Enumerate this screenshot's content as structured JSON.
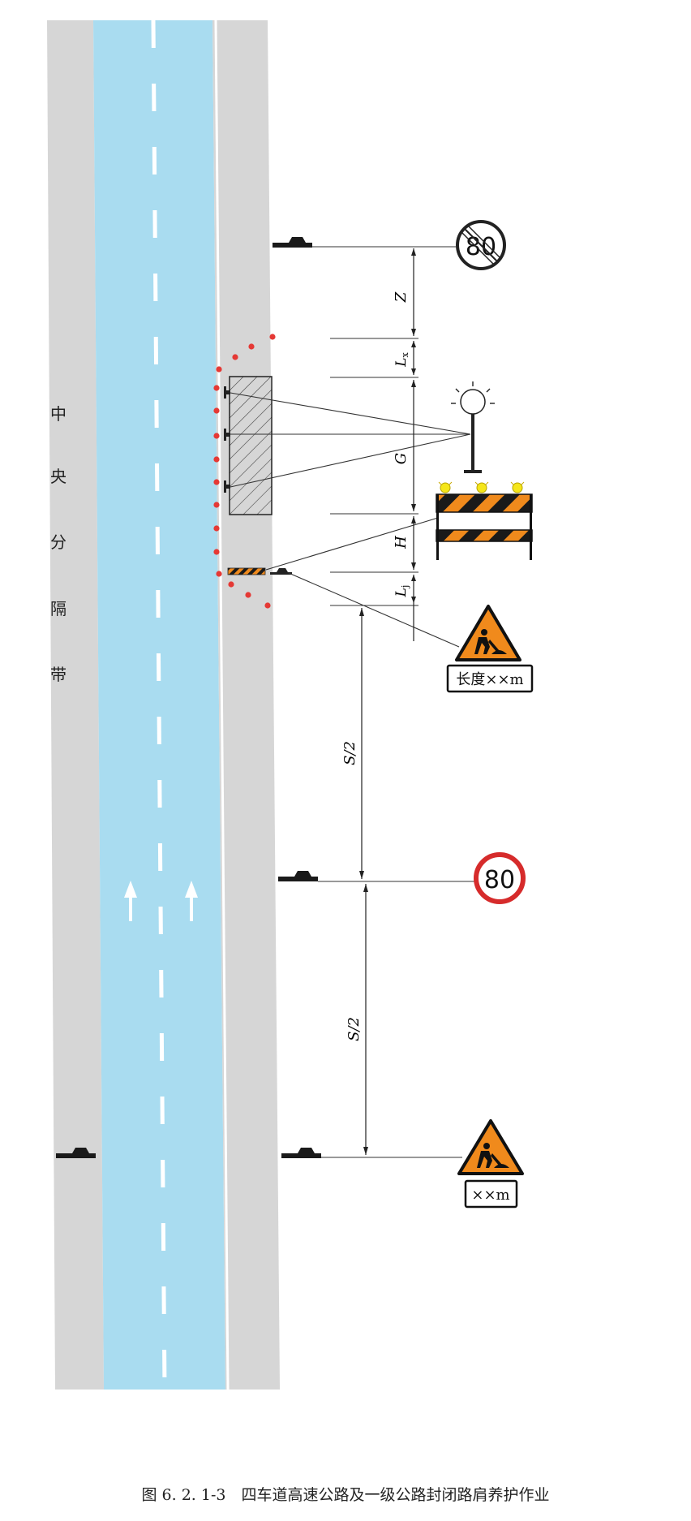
{
  "median": {
    "chars": [
      "中",
      "央",
      "分",
      "隔",
      "带"
    ]
  },
  "signs": {
    "limit_top": "80",
    "limit_mid": "80",
    "length_top": "长度××m",
    "length_bottom": "××m"
  },
  "dimensions": {
    "z": "Z",
    "lx": "L",
    "lx_sub": "x",
    "g": "G",
    "h": "H",
    "lj": "L",
    "lj_sub": "j",
    "s_half_top": "S/2",
    "s_half_bottom": "S/2"
  },
  "caption": "图 6. 2. 1-3　四车道高速公路及一级公路封闭路肩养护作业",
  "colors": {
    "roadway": "#a9dcf0",
    "shoulder": "#d6d6d6",
    "cone": "#e53935",
    "sign_red": "#d62b2b",
    "warning_orange": "#f08a1c",
    "lamp_yellow": "#f5e619"
  }
}
